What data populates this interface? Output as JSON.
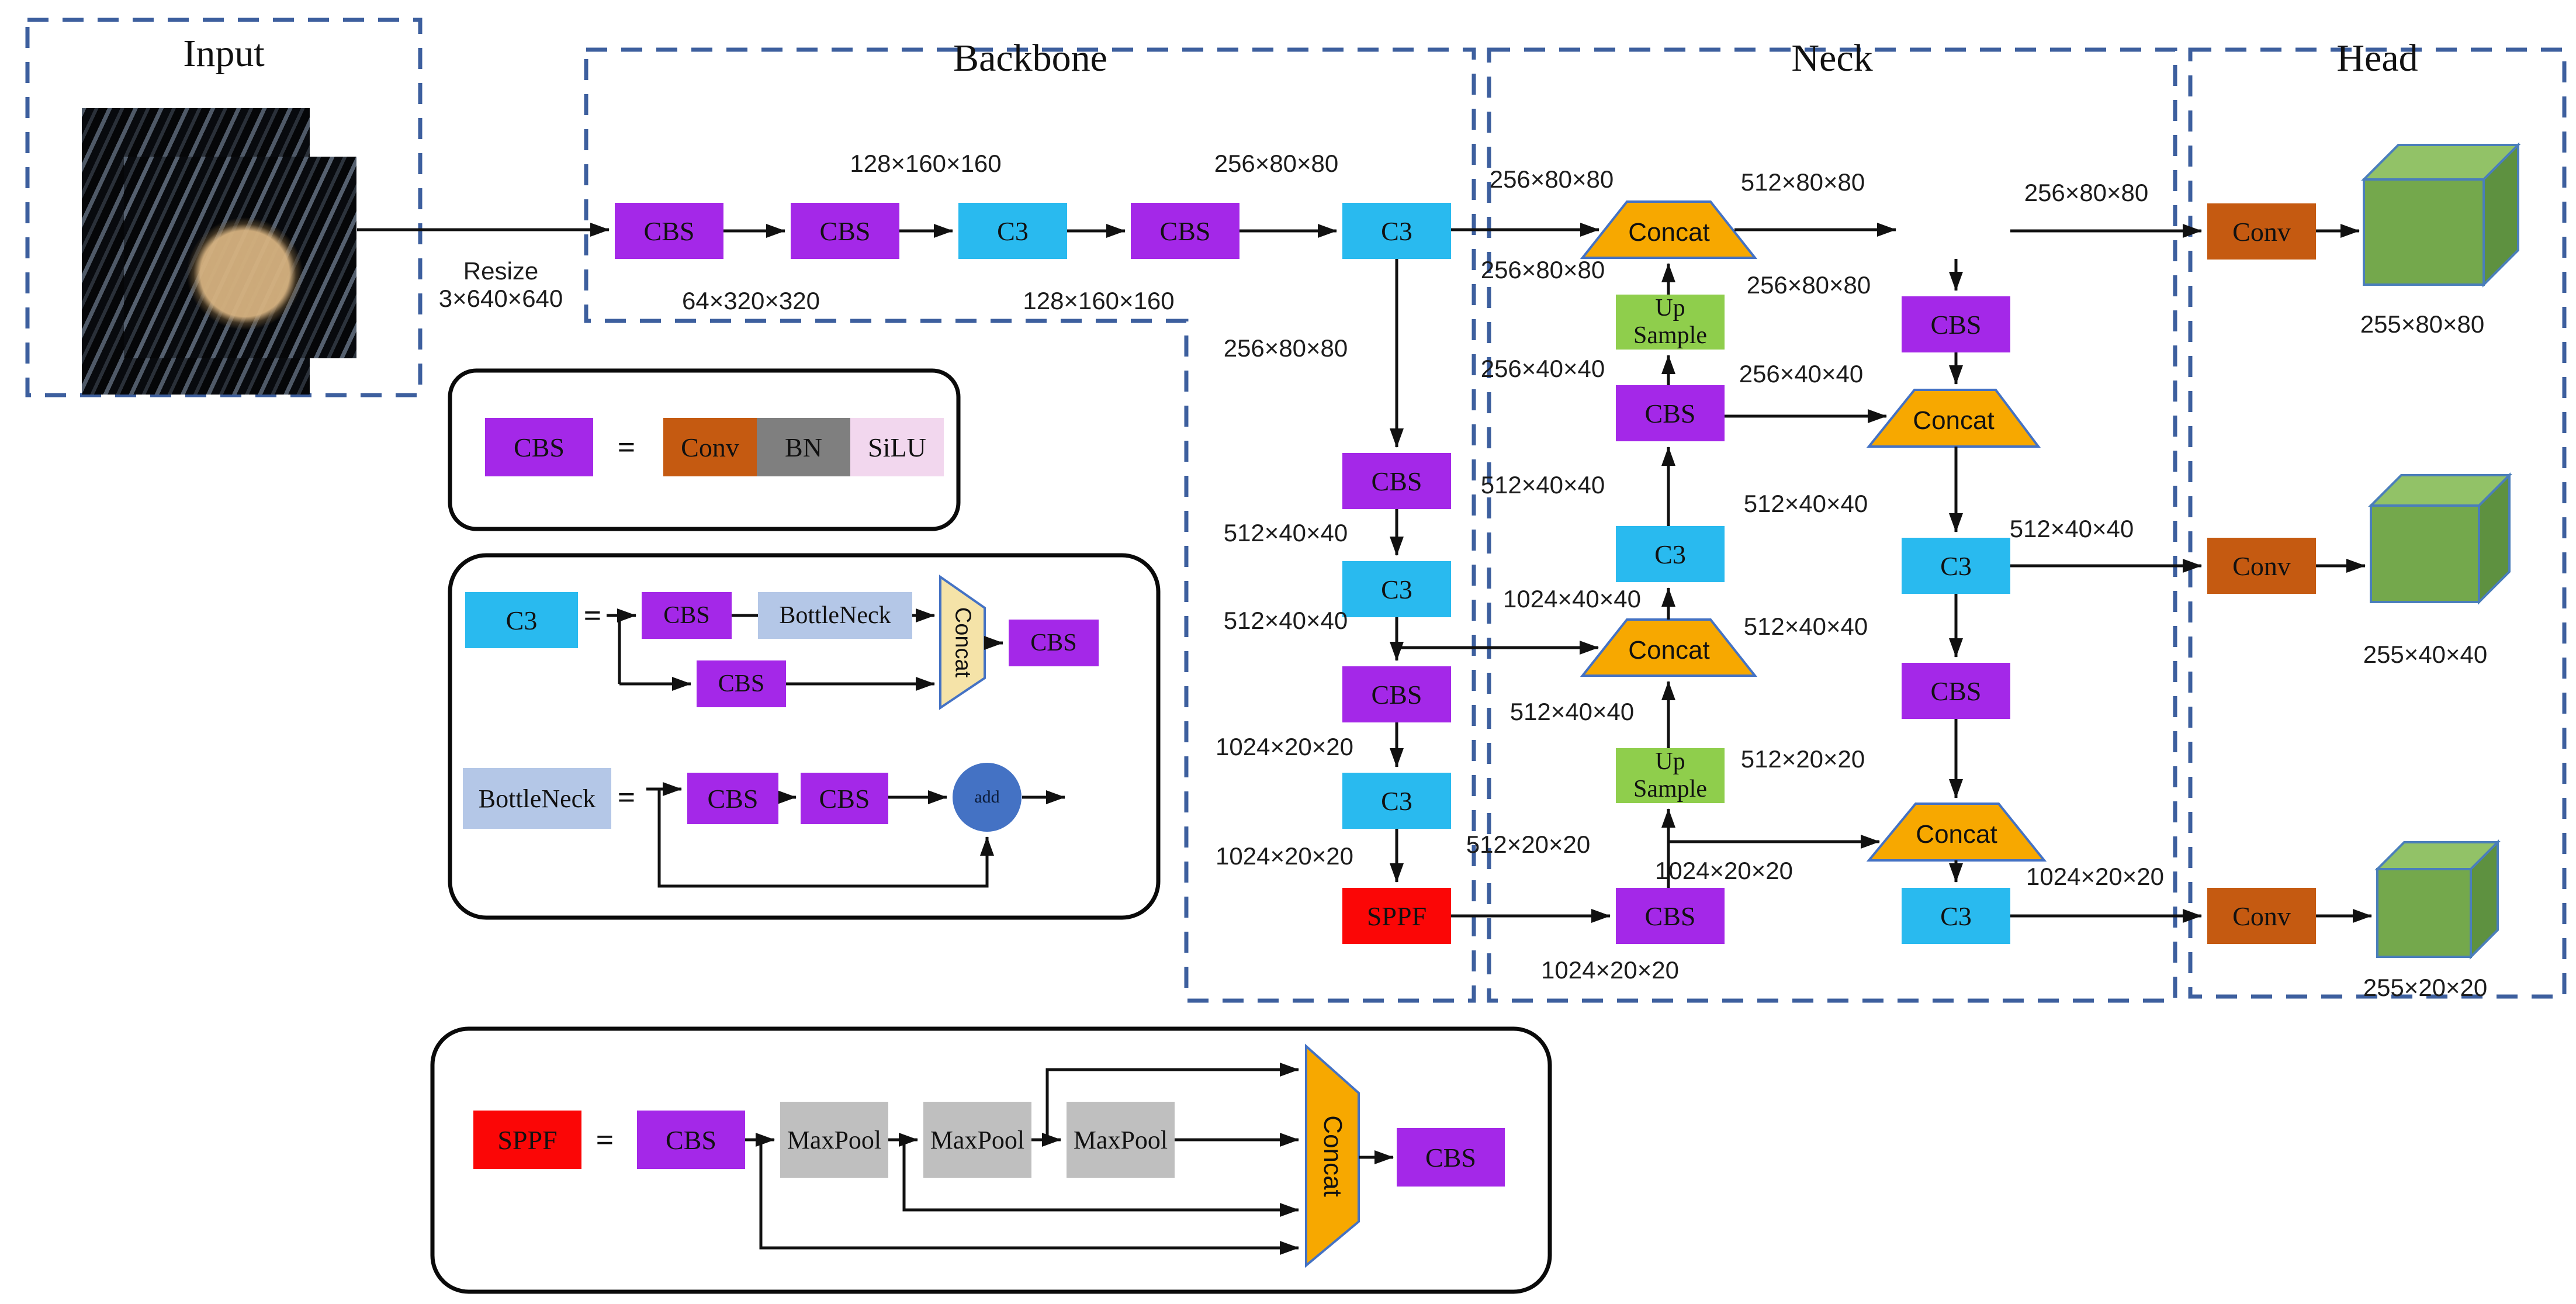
{
  "sections": {
    "input": "Input",
    "backbone": "Backbone",
    "neck": "Neck",
    "head": "Head"
  },
  "resize": {
    "text": "Resize\n3×640×640"
  },
  "blocks": {
    "cbs": "CBS",
    "c3": "C3",
    "concat": "Concat",
    "upsample": "Up\nSample",
    "sppf": "SPPF",
    "conv": "Conv",
    "bn": "BN",
    "silu": "SiLU",
    "bottleneck": "BottleNeck",
    "maxpool": "MaxPool",
    "add": "add",
    "eq": "="
  },
  "dims": {
    "backbone_top": [
      "128×160×160",
      "256×80×80"
    ],
    "backbone_bottom": [
      "64×320×320",
      "128×160×160"
    ],
    "backbone_col": [
      "256×80×80",
      "512×40×40",
      "512×40×40",
      "1024×20×20",
      "1024×20×20"
    ],
    "neck_row1": [
      "256×80×80",
      "512×80×80",
      "256×80×80"
    ],
    "neck_left": [
      "256×80×80",
      "256×40×40",
      "512×40×40",
      "1024×40×40",
      "512×40×40",
      "512×20×20",
      "1024×20×20"
    ],
    "neck_mid": [
      "256×40×40",
      "256×80×80",
      "512×40×40",
      "512×40×40",
      "512×20×20",
      "1024×20×20"
    ],
    "neck_out": [
      "512×40×40",
      "1024×20×20"
    ],
    "head": [
      "255×80×80",
      "255×40×40",
      "255×20×20"
    ]
  },
  "colors": {
    "dashed_border": "#3D5F9E",
    "cbs_purple": "#A428E8",
    "c3_cyan": "#29BAEF",
    "concat_orange": "#F7A800",
    "upsample_green": "#8FCE4C",
    "sppf_red": "#FB0606",
    "conv_brown": "#C55A11",
    "bn_gray": "#7F7F7F",
    "silu_pink": "#F2D7EE",
    "bottleneck_blue": "#B4C7E7",
    "maxpool_gray": "#BFBFBF",
    "add_blue": "#4472C4",
    "legend_concat_cream": "#F5E3A8",
    "cube_green": "#74A84C"
  }
}
